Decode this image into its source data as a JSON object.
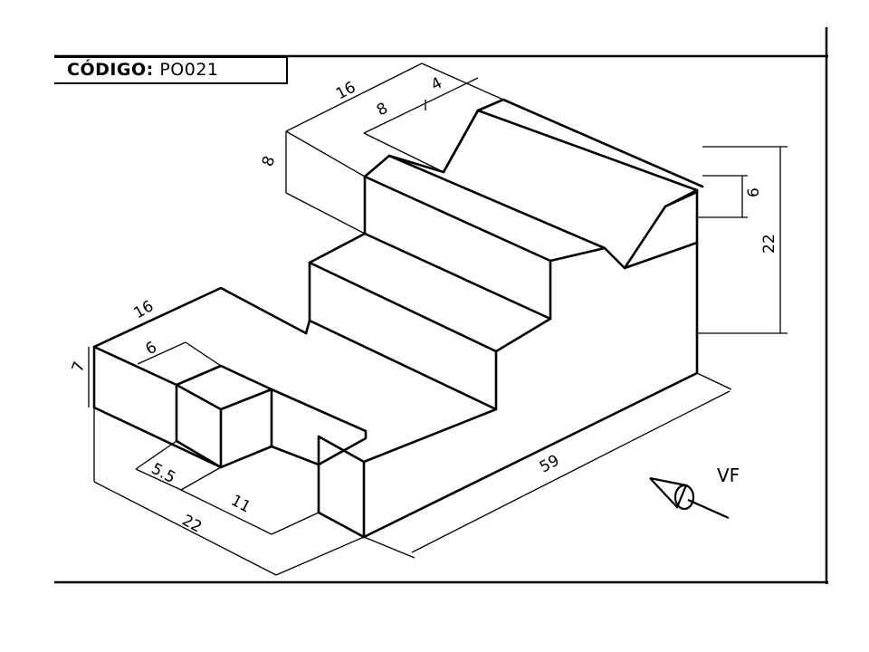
{
  "header": {
    "code_label": "CÓDIGO:",
    "code_value": "PO021"
  },
  "view_label": "VF",
  "dimensions": {
    "top_depth": "16",
    "top_inner": "8",
    "top_chamfer": "4",
    "top_height": "8",
    "chamfer_height": "6",
    "total_height": "22",
    "left_depth": "16",
    "left_inner": "6",
    "left_height": "7",
    "base_small": "5.5",
    "base_mid": "11",
    "base_width": "22",
    "length": "59"
  },
  "colors": {
    "ink": "#000000",
    "paper": "#ffffff"
  }
}
